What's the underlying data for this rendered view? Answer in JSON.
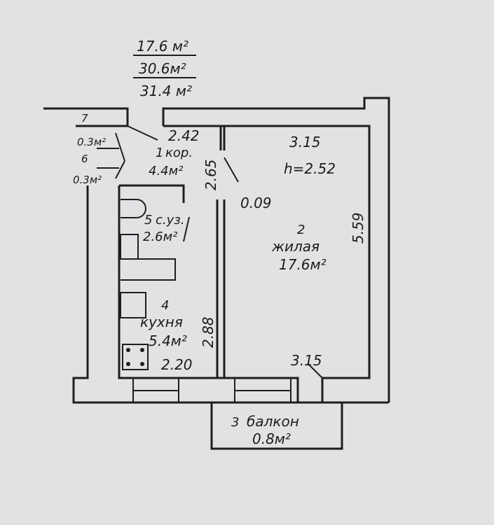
{
  "totals": {
    "living_area": "17.6 м²",
    "useful_area": "30.6м²",
    "total_area": "31.4 м²"
  },
  "rooms": {
    "corridor": {
      "number": "1",
      "name": "кор.",
      "area": "4.4м²"
    },
    "living": {
      "number": "2",
      "name": "жилая",
      "area": "17.6м²",
      "height": "h=2.52"
    },
    "balcony": {
      "number": "3",
      "name": "балкон",
      "area": "0.8м²"
    },
    "kitchen": {
      "number": "4",
      "name": "кухня",
      "area": "5.4м²"
    },
    "bathroom": {
      "number": "5",
      "name": "с.уз.",
      "area": "2.6м²"
    },
    "closet6": {
      "number": "6",
      "area": "0.3м²"
    },
    "closet7": {
      "number": "7",
      "area": "0.3м²"
    }
  },
  "dimensions": {
    "corridor_width": "2.42",
    "corridor_length": "2.65",
    "living_top": "3.15",
    "living_side": "5.59",
    "living_bottom": "3.15",
    "partition": "0.09",
    "kitchen_length": "2.88",
    "kitchen_width": "2.20"
  }
}
